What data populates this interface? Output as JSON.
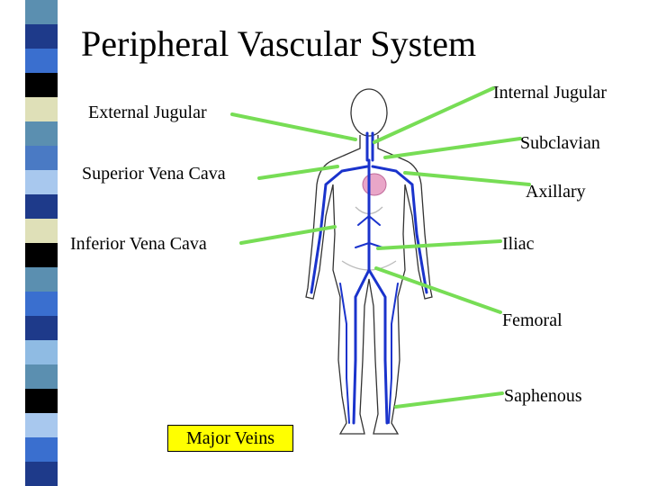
{
  "title": "Peripheral Vascular System",
  "labels": {
    "external_jugular": "External Jugular",
    "internal_jugular": "Internal Jugular",
    "subclavian": "Subclavian",
    "superior_vena_cava": "Superior Vena Cava",
    "axillary": "Axillary",
    "inferior_vena_cava": "Inferior Vena Cava",
    "iliac": "Iliac",
    "femoral": "Femoral",
    "saphenous": "Saphenous"
  },
  "legend": "Major Veins",
  "colors": {
    "leader_lines": "#77dd55",
    "veins": "#1a33cc",
    "heart": "#e9a6c8",
    "legend_bg": "#ffff00",
    "stripe": [
      "#5b8fb0",
      "#1e3a8a",
      "#3a6fcf",
      "#000000",
      "#dfe0b8",
      "#5b8fb0",
      "#4a7ac4",
      "#a8c8ee",
      "#1e3a8a",
      "#dfe0b8",
      "#000000",
      "#5b8fb0",
      "#3a6fcf",
      "#1e3a8a",
      "#8fbbe3",
      "#5b8fb0",
      "#000000",
      "#a8c8ee",
      "#3a6fcf",
      "#1e3a8a"
    ]
  }
}
